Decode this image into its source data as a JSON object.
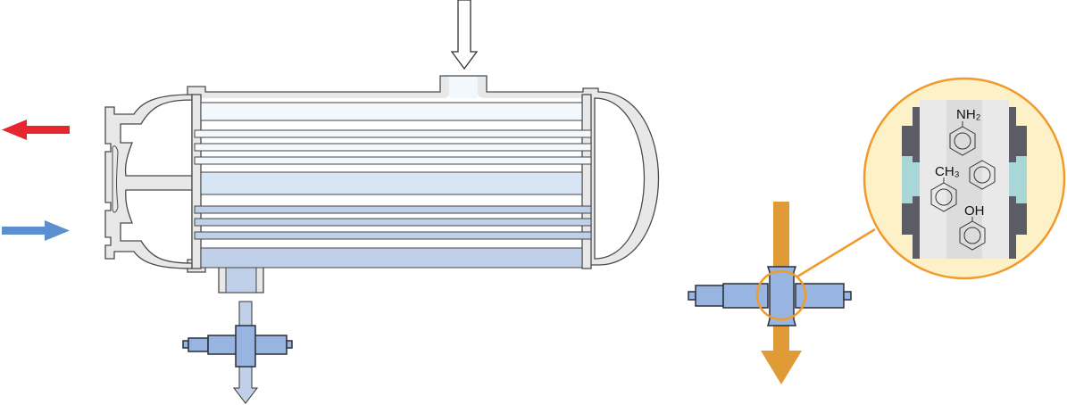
{
  "diagram": {
    "colors": {
      "hot_outlet_arrow": "#e8262e",
      "cold_inlet_arrow": "#5b8fd0",
      "flow_arrow": "#e09a36",
      "inset_border": "#f29a2a",
      "inset_fill": "#fdf1c8",
      "valve_body": "#97b5e0"
    },
    "icons": [
      "red-outlet-arrow",
      "blue-inlet-arrow",
      "white-inlet-arrow",
      "orange-flow-arrow",
      "valve-icon"
    ],
    "inset_labels": {
      "amine": "NH₂",
      "methyl": "CH₃",
      "hydroxyl": "OH"
    }
  }
}
